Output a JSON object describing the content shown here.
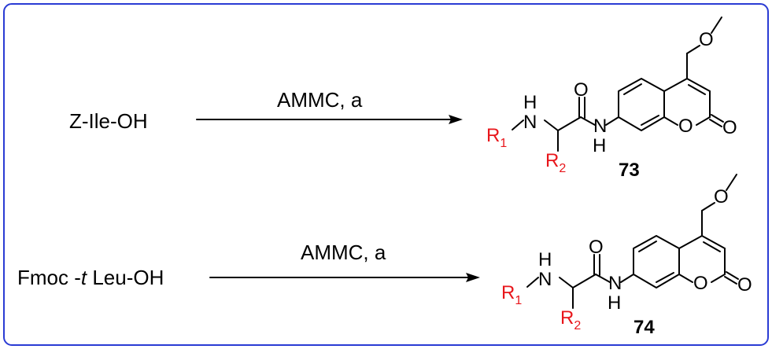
{
  "reactions": [
    {
      "reactant": "Z-Ile-OH",
      "reagent": "AMMC, a",
      "compound": "73",
      "atoms": {
        "NH_H": "H",
        "NH_N": "N",
        "amide_N": "N",
        "amide_H": "H",
        "O_carbonyl": "O",
        "O_ring": "O",
        "O_lactone": "O",
        "O_ether": "O"
      },
      "r1": {
        "main": "R",
        "sub": "1"
      },
      "r2": {
        "main": "R",
        "sub": "2"
      }
    },
    {
      "reactant_prefix": "Fmoc -",
      "reactant_italic": "t",
      "reactant_suffix": " Leu-OH",
      "reagent": "AMMC, a",
      "compound": "74",
      "atoms": {
        "NH_H": "H",
        "NH_N": "N",
        "amide_N": "N",
        "amide_H": "H",
        "O_carbonyl": "O",
        "O_ring": "O",
        "O_lactone": "O",
        "O_ether": "O"
      },
      "r1": {
        "main": "R",
        "sub": "1"
      },
      "r2": {
        "main": "R",
        "sub": "2"
      }
    }
  ],
  "colors": {
    "frame": "#2a3bd4",
    "substituent": "#e8161b",
    "text": "#000000"
  }
}
